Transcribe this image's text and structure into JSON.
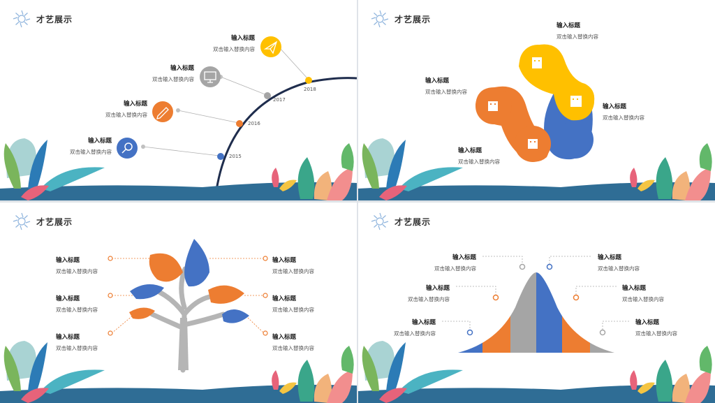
{
  "slides": [
    {
      "title": "才艺展示",
      "items": [
        {
          "title": "输入标题",
          "content": "双击输入替换内容",
          "year": "2018"
        },
        {
          "title": "输入标题",
          "content": "双击输入替换内容",
          "year": "2017"
        },
        {
          "title": "输入标题",
          "content": "双击输入替换内容",
          "year": "2016"
        },
        {
          "title": "输入标题",
          "content": "双击输入替换内容",
          "year": "2015"
        }
      ]
    },
    {
      "title": "才艺展示",
      "items": [
        {
          "title": "输入标题",
          "content": "双击输入替换内容"
        },
        {
          "title": "输入标题",
          "content": "双击输入替换内容"
        },
        {
          "title": "输入标题",
          "content": "双击输入替换内容"
        },
        {
          "title": "输入标题",
          "content": "双击输入替换内容"
        }
      ]
    },
    {
      "title": "才艺展示",
      "items": [
        {
          "title": "输入标题",
          "content": "双击输入替换内容"
        },
        {
          "title": "输入标题",
          "content": "双击输入替换内容"
        },
        {
          "title": "输入标题",
          "content": "双击输入替换内容"
        },
        {
          "title": "输入标题",
          "content": "双击输入替换内容"
        },
        {
          "title": "输入标题",
          "content": "双击输入替换内容"
        },
        {
          "title": "输入标题",
          "content": "双击输入替换内容"
        }
      ]
    },
    {
      "title": "才艺展示",
      "items": [
        {
          "title": "输入标题",
          "content": "双击输入替换内容"
        },
        {
          "title": "输入标题",
          "content": "双击输入替换内容"
        },
        {
          "title": "输入标题",
          "content": "双击输入替换内容"
        },
        {
          "title": "输入标题",
          "content": "双击输入替换内容"
        },
        {
          "title": "输入标题",
          "content": "双击输入替换内容"
        },
        {
          "title": "输入标题",
          "content": "双击输入替换内容"
        }
      ]
    }
  ],
  "colors": {
    "blue": "#4472c4",
    "orange": "#ed7d31",
    "yellow": "#ffc000",
    "gray": "#a5a5a5",
    "navy": "#1f2d4d"
  },
  "icons": [
    "paper-plane-icon",
    "monitor-icon",
    "pencil-icon",
    "magnifier-icon",
    "building-icon"
  ]
}
